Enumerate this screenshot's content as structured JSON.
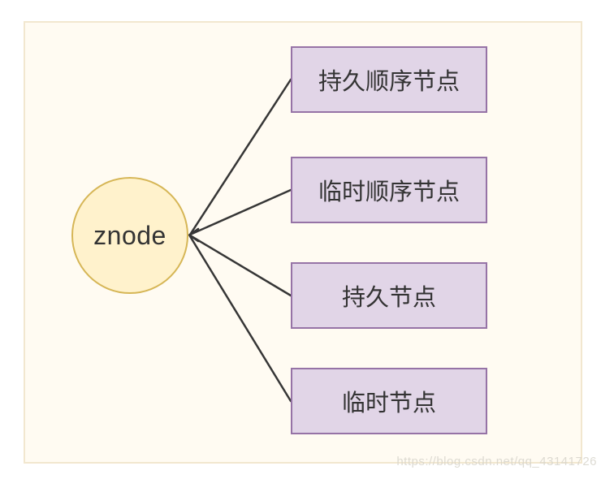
{
  "diagram": {
    "type": "tree",
    "root": {
      "id": "znode",
      "label": "znode",
      "shape": "circle"
    },
    "nodes": [
      {
        "id": "persistent-sequential-node",
        "label": "持久顺序节点",
        "shape": "rect"
      },
      {
        "id": "ephemeral-sequential-node",
        "label": "临时顺序节点",
        "shape": "rect"
      },
      {
        "id": "persistent-node",
        "label": "持久节点",
        "shape": "rect"
      },
      {
        "id": "ephemeral-node",
        "label": "临时节点",
        "shape": "rect"
      }
    ],
    "edges": [
      {
        "from": "persistent-sequential-node",
        "to": "znode",
        "arrow": "open"
      },
      {
        "from": "ephemeral-sequential-node",
        "to": "znode",
        "arrow": "open"
      },
      {
        "from": "persistent-node",
        "to": "znode",
        "arrow": "open"
      },
      {
        "from": "ephemeral-node",
        "to": "znode",
        "arrow": "open"
      }
    ],
    "colors": {
      "canvas_background": "#ffffff",
      "panel_background": "#fffbf2",
      "panel_border": "#f2e7cf",
      "circle_fill": "#fff2cc",
      "circle_border": "#d6b656",
      "box_fill": "#e1d5e7",
      "box_border": "#9673a6",
      "edge_stroke": "#363636",
      "text_color": "#333333",
      "watermark_color": "#d8d5cc"
    }
  },
  "watermark": {
    "text": "https://blog.csdn.net/qq_43141726"
  }
}
